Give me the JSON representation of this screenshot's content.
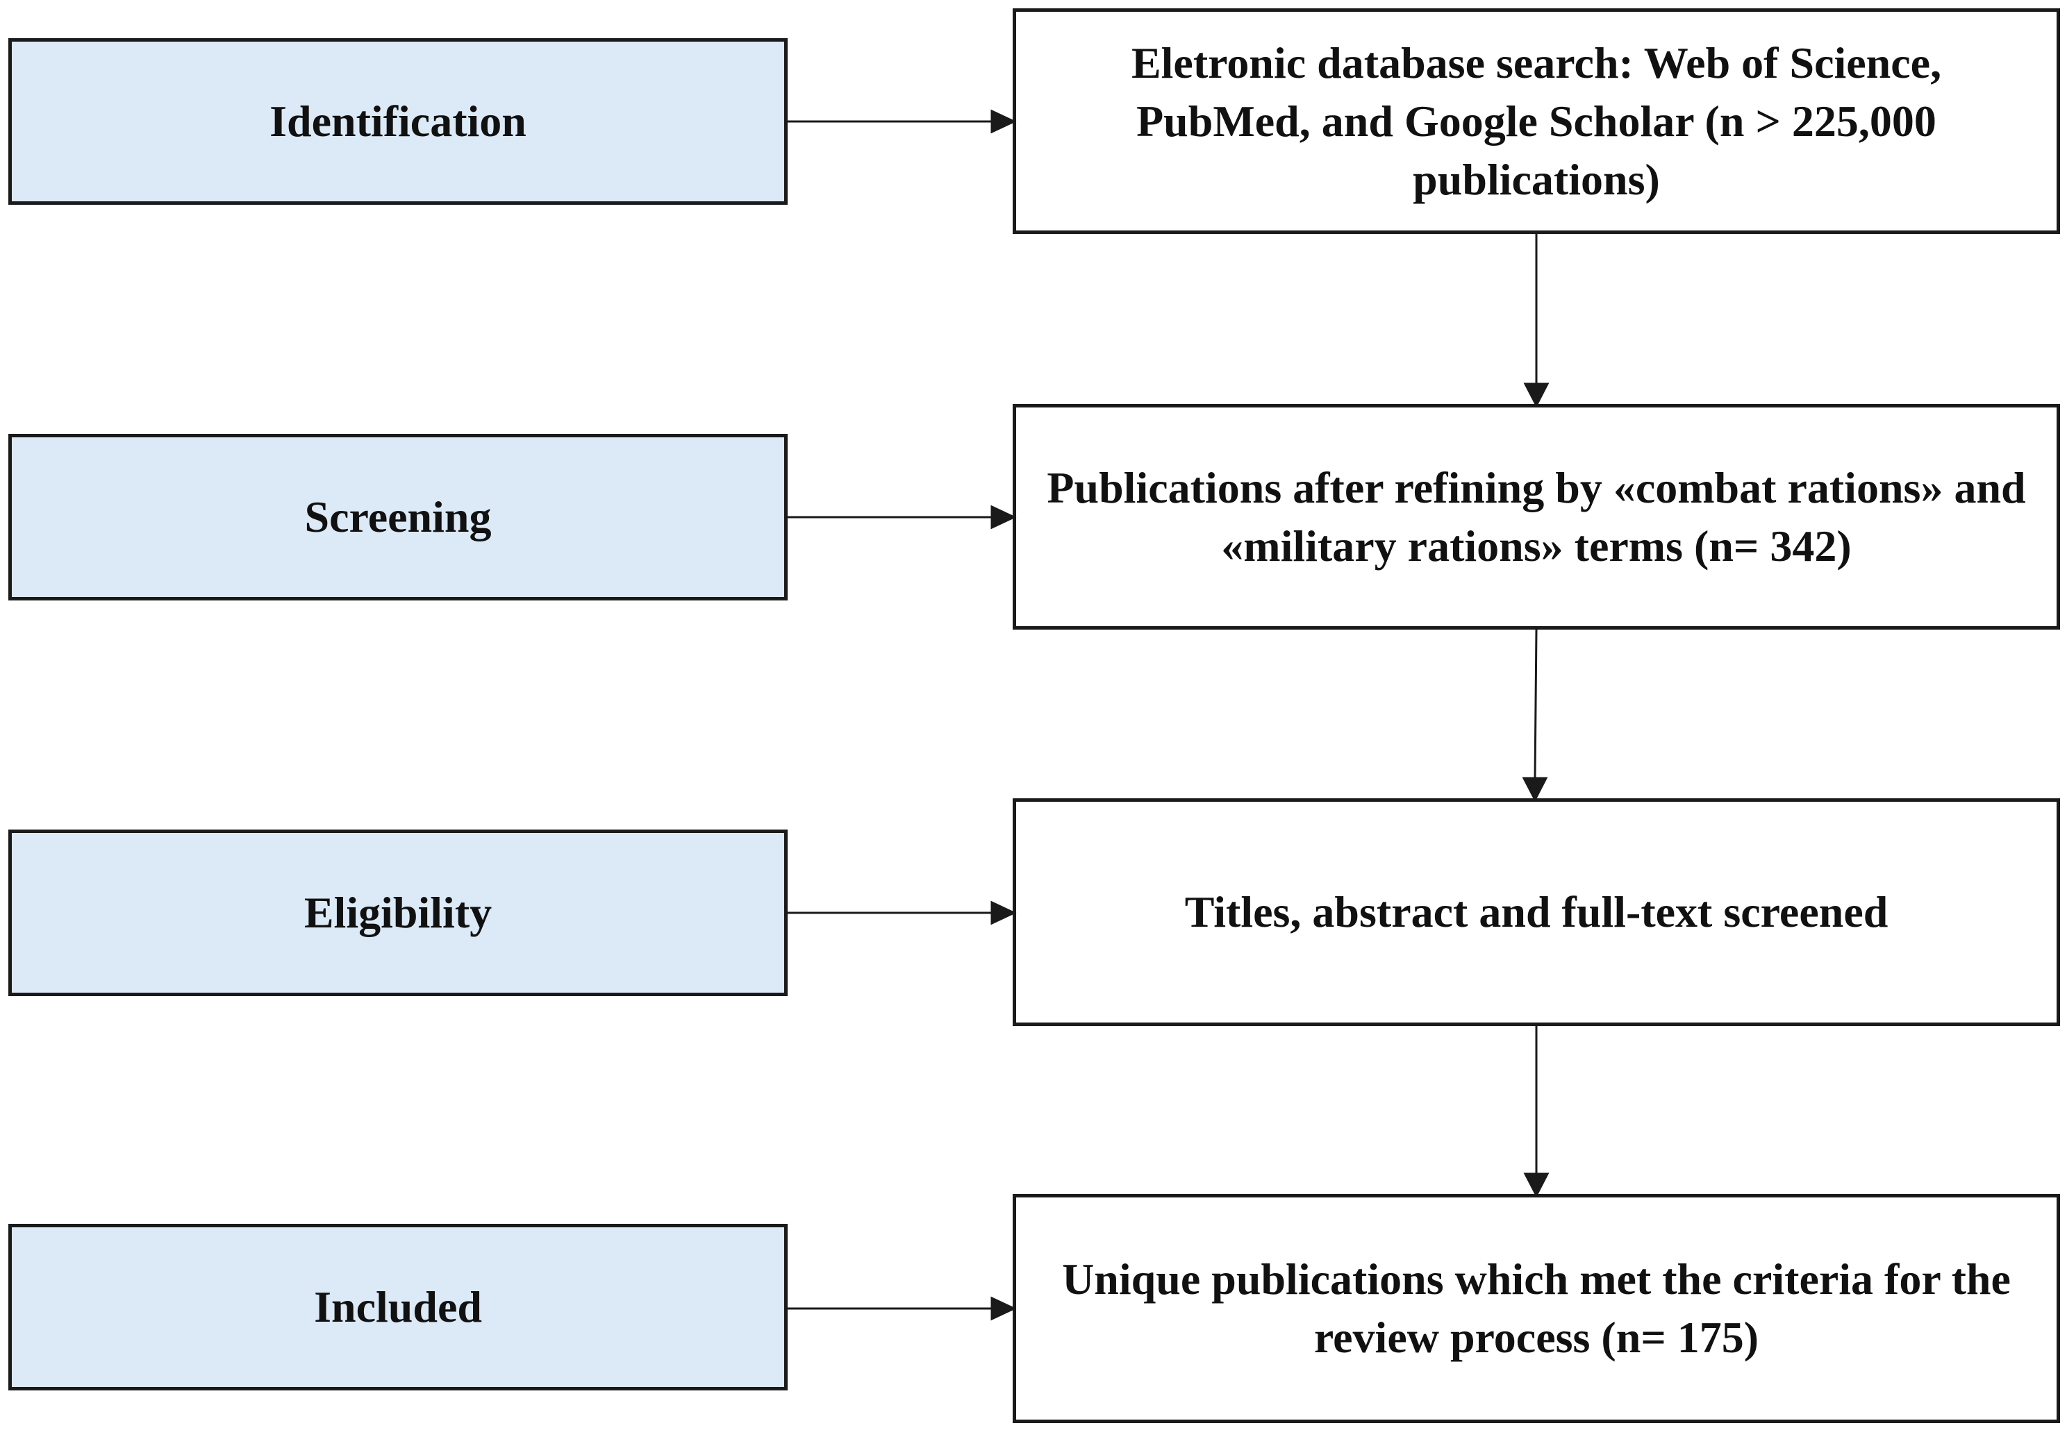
{
  "stages": [
    {
      "label": "Identification"
    },
    {
      "label": "Screening"
    },
    {
      "label": "Eligibility"
    },
    {
      "label": "Included"
    }
  ],
  "steps": [
    {
      "text": "Eletronic database search: Web of Science, PubMed, and Google Scholar (n > 225,000 publications)"
    },
    {
      "text": "Publications after refining by «combat rations» and «military rations» terms (n= 342)"
    },
    {
      "text": "Titles, abstract and full-text screened"
    },
    {
      "text": "Unique publications which met the criteria for the review process (n= 175)"
    }
  ],
  "colors": {
    "stage_fill": "#dce9f6",
    "step_fill": "#ffffff",
    "line": "#1a1a1a"
  }
}
